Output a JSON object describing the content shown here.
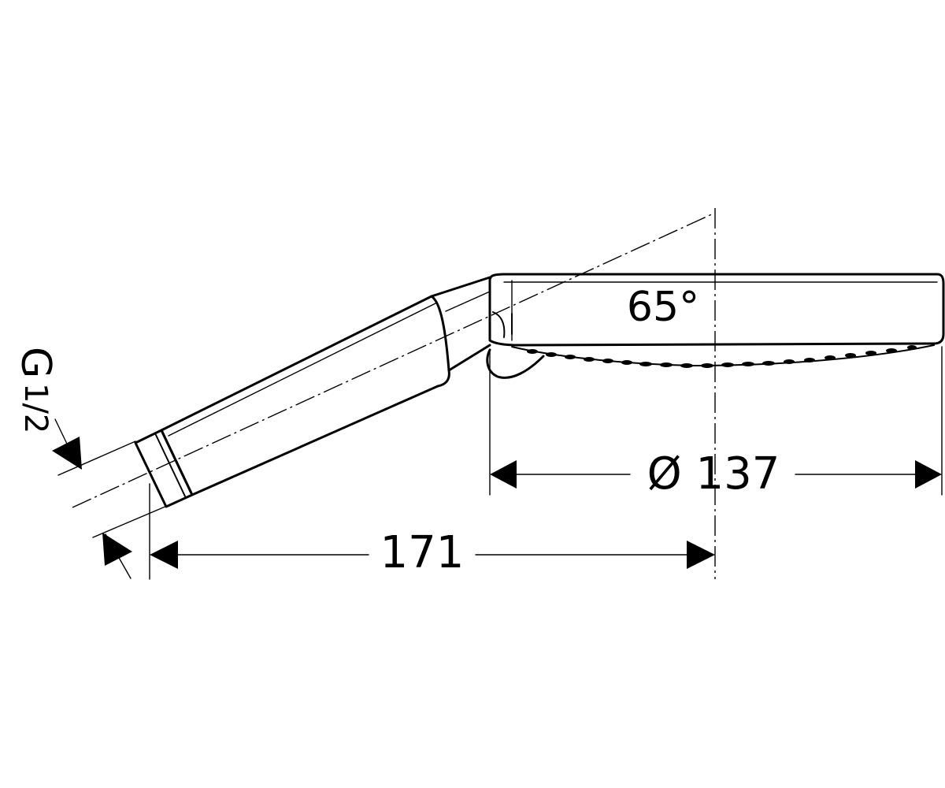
{
  "diagram": {
    "angle_label": "65°",
    "diameter_label": "Ø 137",
    "length_label": "171",
    "thread_label_g": "G",
    "thread_label_fraction": "1/2"
  },
  "colors": {
    "line": "#000000",
    "background": "#ffffff"
  }
}
